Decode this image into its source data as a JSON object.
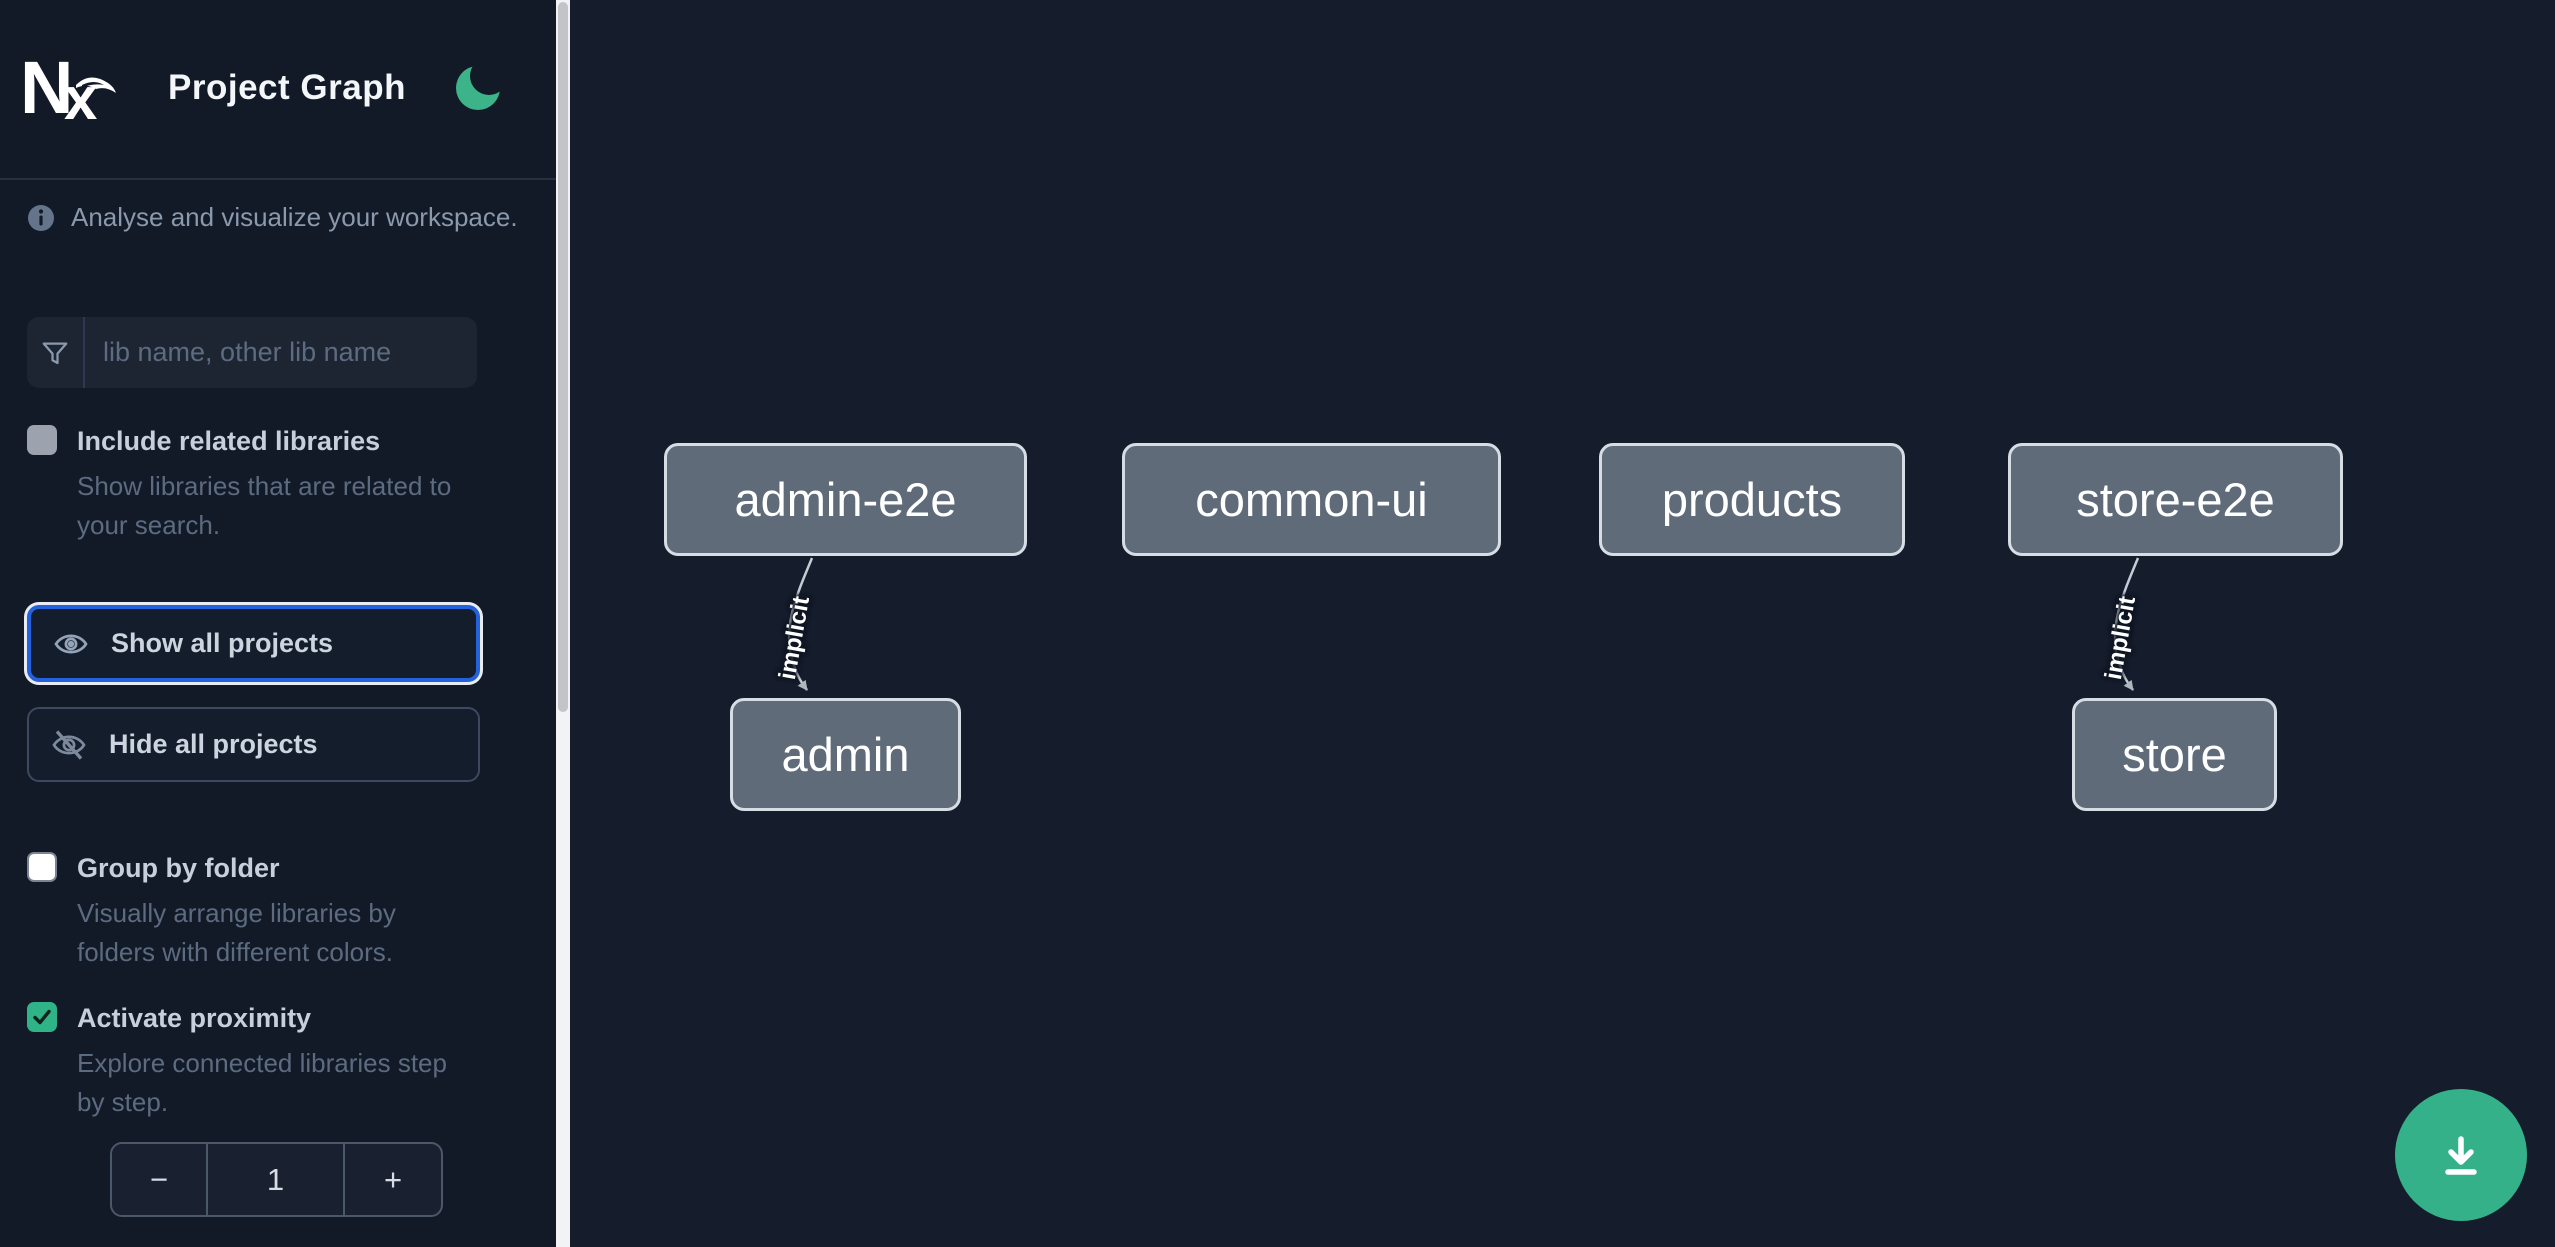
{
  "app": {
    "brand": "Nx",
    "title": "Project Graph"
  },
  "sidebar": {
    "tagline": "Analyse and visualize your workspace.",
    "search": {
      "placeholder": "lib name, other lib name"
    },
    "include_related": {
      "label": "Include related libraries",
      "desc": "Show libraries that are related to your search.",
      "checked": false
    },
    "show_all_label": "Show all projects",
    "hide_all_label": "Hide all projects",
    "group_by_folder": {
      "label": "Group by folder",
      "desc": "Visually arrange libraries by folders with different colors.",
      "checked": false
    },
    "proximity": {
      "label": "Activate proximity",
      "desc": "Explore connected libraries step by step.",
      "checked": true
    },
    "depth": {
      "decrement_label": "−",
      "value": "1",
      "increment_label": "+"
    }
  },
  "graph": {
    "nodes": [
      {
        "label": "admin-e2e"
      },
      {
        "label": "common-ui"
      },
      {
        "label": "products"
      },
      {
        "label": "store-e2e"
      },
      {
        "label": "admin"
      },
      {
        "label": "store"
      }
    ],
    "edges": [
      {
        "from": "admin-e2e",
        "to": "admin",
        "label": "implicit"
      },
      {
        "from": "store-e2e",
        "to": "store",
        "label": "implicit"
      }
    ]
  },
  "icons": {
    "logo": "nx-logo",
    "theme": "moon-icon",
    "tagline": "info-icon",
    "search": "funnel-icon",
    "show_all": "eye-icon",
    "hide_all": "eye-off-icon",
    "proximity_check": "checkmark-icon",
    "fab": "download-icon"
  },
  "colors": {
    "sidebar_bg": "#121927",
    "canvas_bg": "#151c2b",
    "accent_green": "#35b189",
    "moon_green": "#3db389",
    "focus_blue": "#2361dd",
    "node_fill": "#5f6b79",
    "node_border": "#d7dde5",
    "checkbox_checked": "#2eb487"
  }
}
